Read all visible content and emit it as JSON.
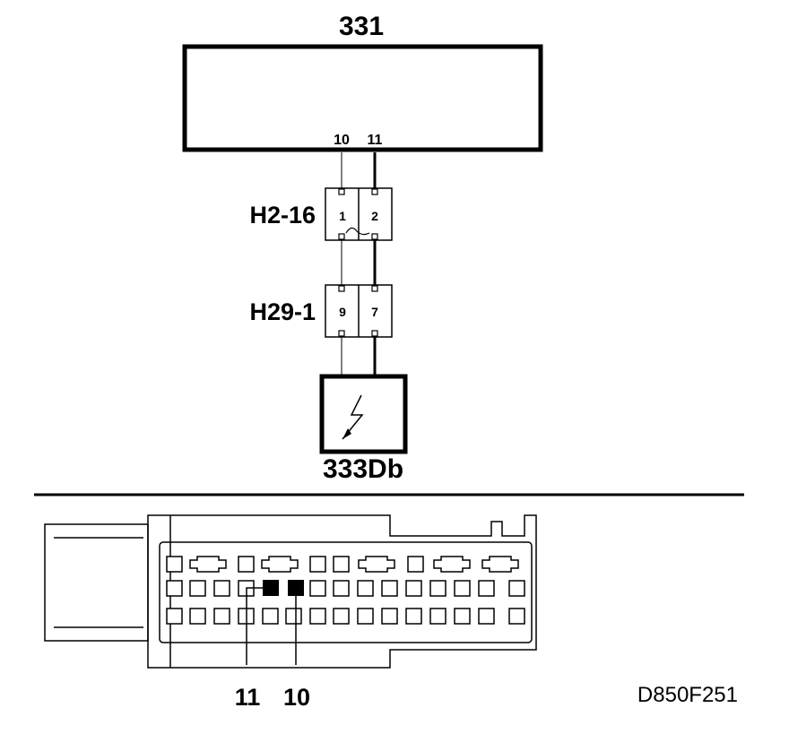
{
  "diagram": {
    "module": {
      "label": "331",
      "pins": [
        "10",
        "11"
      ]
    },
    "connectors": [
      {
        "label": "H2-16",
        "pins": [
          "1",
          "2"
        ]
      },
      {
        "label": "H29-1",
        "pins": [
          "9",
          "7"
        ]
      }
    ],
    "sensor": {
      "label": "333Db"
    },
    "plug": {
      "callouts": [
        "11",
        "10"
      ]
    },
    "reference": "D850F251"
  }
}
